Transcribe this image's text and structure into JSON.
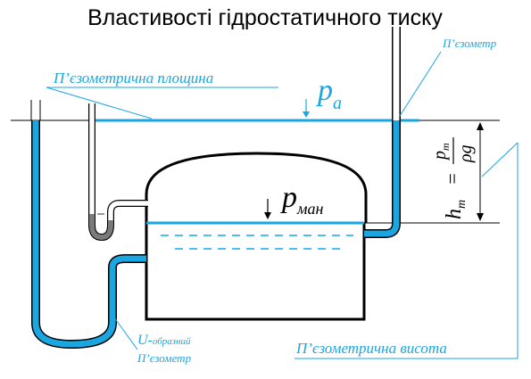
{
  "title": "Властивості гідростатичного тиску",
  "labels": {
    "piezometric_plane": "П’єзометрична площина",
    "piezometer_right": "П’єзометр",
    "p_a_sym": "p",
    "p_a_sub": "a",
    "p_man_sym": "p",
    "p_man_sub": "ман",
    "u_tube_line1_main": "U-",
    "u_tube_line1_small": "образний",
    "u_tube_line2": "П’єзометр",
    "piezometric_height": "П’єзометрична висота",
    "formula_h": "h",
    "formula_h_sub": "m",
    "formula_eq": "=",
    "formula_num": "p",
    "formula_num_sub": "m",
    "formula_den": "ρg"
  },
  "colors": {
    "water": "#1aa6e0",
    "mercury": "#7a7a7a",
    "outline": "#000000"
  }
}
